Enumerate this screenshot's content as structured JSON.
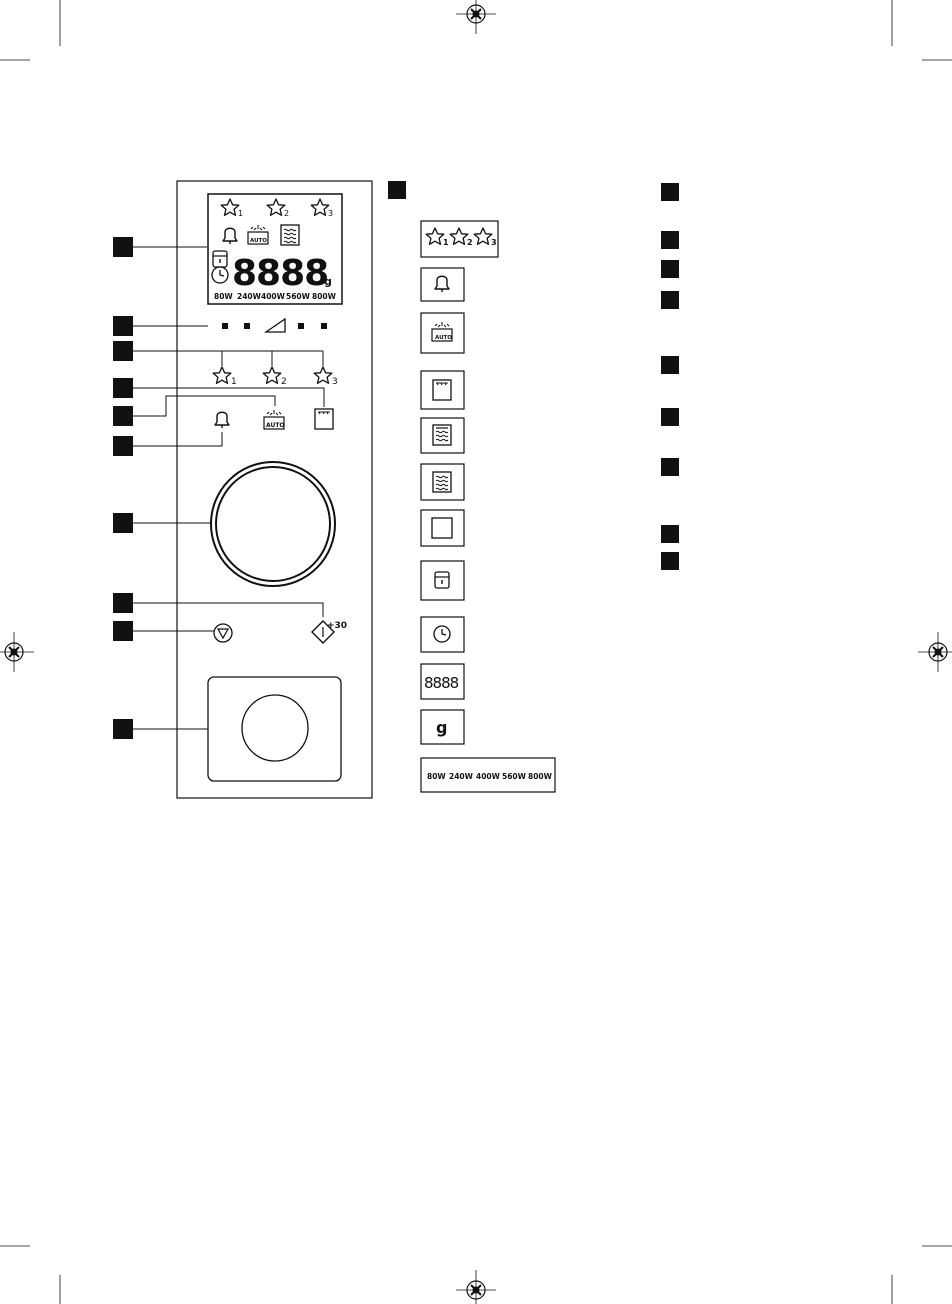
{
  "display": {
    "star_subs": [
      "1",
      "2",
      "3"
    ],
    "digits": "8888",
    "unit": "g",
    "power_levels": [
      "80W",
      "240W",
      "400W",
      "560W",
      "800W"
    ],
    "auto_label": "AUTO"
  },
  "panel": {
    "star_subs": [
      "1",
      "2",
      "3"
    ],
    "auto_label": "AUTO",
    "plus30_label": "+30"
  },
  "legend": {
    "star_subs": [
      "1",
      "2",
      "3"
    ],
    "auto_label": "AUTO",
    "digits": "8888",
    "unit": "g",
    "power_levels": [
      "80W",
      "240W",
      "400W",
      "560W",
      "800W"
    ]
  },
  "colors": {
    "ink": "#111111",
    "paper": "#ffffff"
  }
}
